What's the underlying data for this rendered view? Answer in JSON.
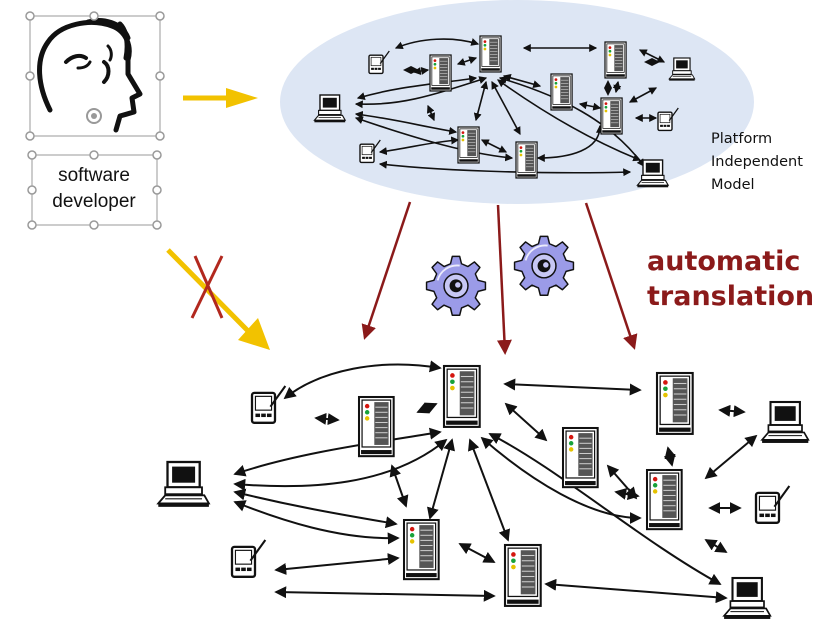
{
  "developer": {
    "label_line1": "software",
    "label_line2": "developer"
  },
  "pim": {
    "label_line1": "Platform",
    "label_line2": "Independent",
    "label_line3": "Model",
    "fill_color": "#dde6f4"
  },
  "translation": {
    "label_line1": "automatic",
    "label_line2": "translation",
    "color": "#8b1a1a"
  },
  "colors": {
    "arrow_yellow": "#f2c200",
    "cross_red": "#b2281e",
    "network_arrow": "#111111",
    "gear": "#9b9be8"
  },
  "icons": [
    "developer-head-icon",
    "server-icon",
    "pc-icon",
    "pda-icon",
    "gear-icon"
  ]
}
